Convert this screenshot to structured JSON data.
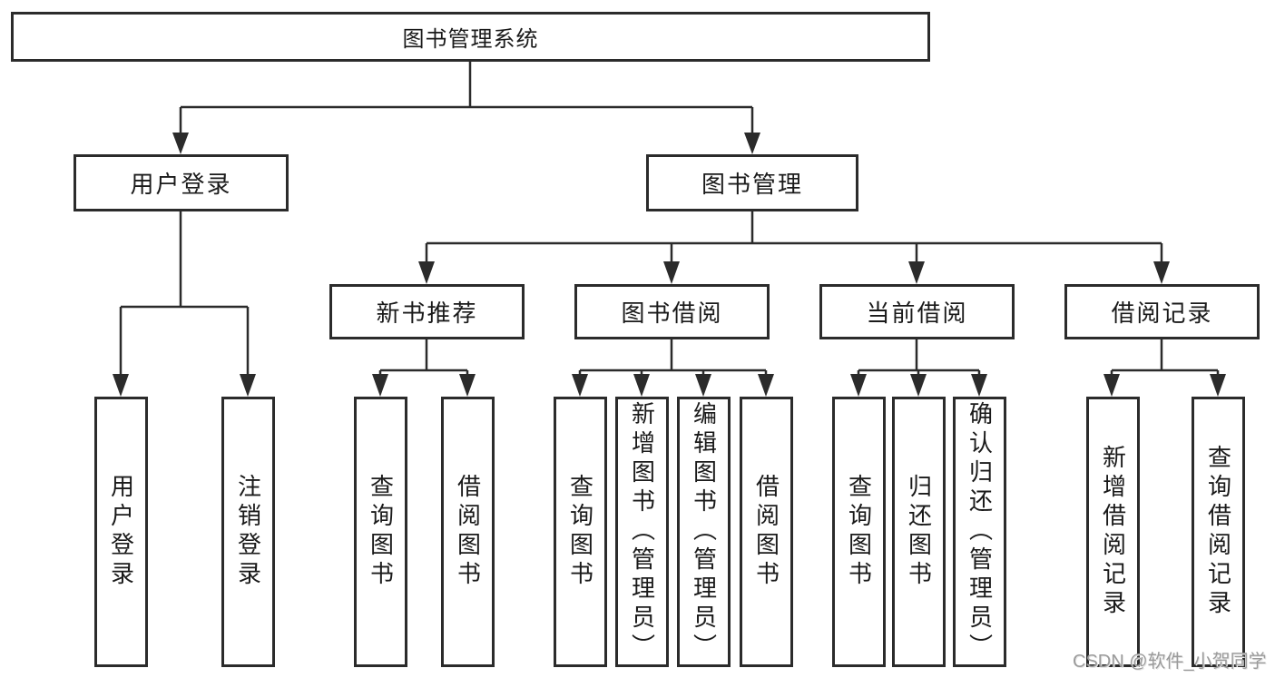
{
  "watermark": "CSDN @软件_小贺同学",
  "colors": {
    "line": "#2b2b2b",
    "box_border": "#2b2b2b",
    "text": "#1a1a1a",
    "watermark_text": "#9b9b9b",
    "background": "#ffffff"
  },
  "tree": {
    "root": "图书管理系统",
    "branches": [
      {
        "label": "用户登录",
        "children": [
          "用户登录",
          "注销登录"
        ]
      },
      {
        "label": "图书管理",
        "groups": [
          {
            "label": "新书推荐",
            "children": [
              "查询图书",
              "借阅图书"
            ]
          },
          {
            "label": "图书借阅",
            "children": [
              "查询图书",
              "新增图书（管理员）",
              "编辑图书（管理员）",
              "借阅图书"
            ]
          },
          {
            "label": "当前借阅",
            "children": [
              "查询图书",
              "归还图书",
              "确认归还（管理员）"
            ]
          },
          {
            "label": "借阅记录",
            "children": [
              "新增借阅记录",
              "查询借阅记录"
            ]
          }
        ]
      }
    ]
  }
}
